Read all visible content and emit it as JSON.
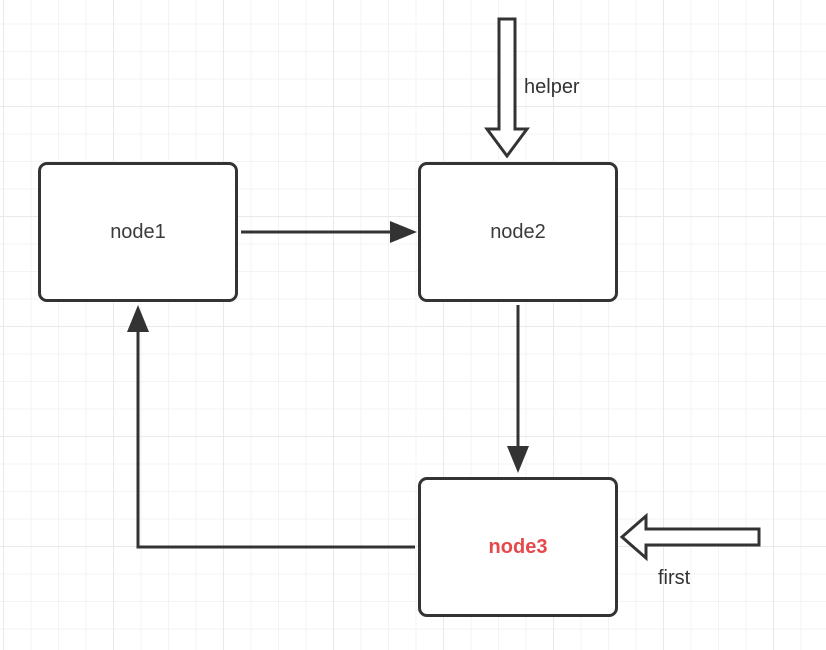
{
  "diagram": {
    "nodes": {
      "node1": {
        "label": "node1",
        "text_color": "#3b3b3b",
        "bold": false
      },
      "node2": {
        "label": "node2",
        "text_color": "#3b3b3b",
        "bold": false
      },
      "node3": {
        "label": "node3",
        "text_color": "#e6484b",
        "bold": true
      }
    },
    "labels": {
      "helper": "helper",
      "first": "first"
    },
    "connections": [
      {
        "type": "arrow-edge",
        "from": "node1",
        "to": "node2",
        "shape": "straight-horizontal"
      },
      {
        "type": "arrow-edge",
        "from": "node2",
        "to": "node3",
        "shape": "straight-vertical"
      },
      {
        "type": "arrow-edge",
        "from": "node3",
        "to": "node1",
        "shape": "L-left-then-up"
      },
      {
        "type": "block-arrow",
        "label": "helper",
        "to": "node2",
        "direction": "down"
      },
      {
        "type": "block-arrow",
        "label": "first",
        "to": "node3",
        "direction": "left"
      }
    ],
    "colors": {
      "stroke": "#333333",
      "shape_fill": "#ffffff",
      "node_text": "#3b3b3b",
      "node3_text": "#e6484b",
      "grid_line": "#e9e9e9",
      "background": "#ffffff"
    }
  }
}
